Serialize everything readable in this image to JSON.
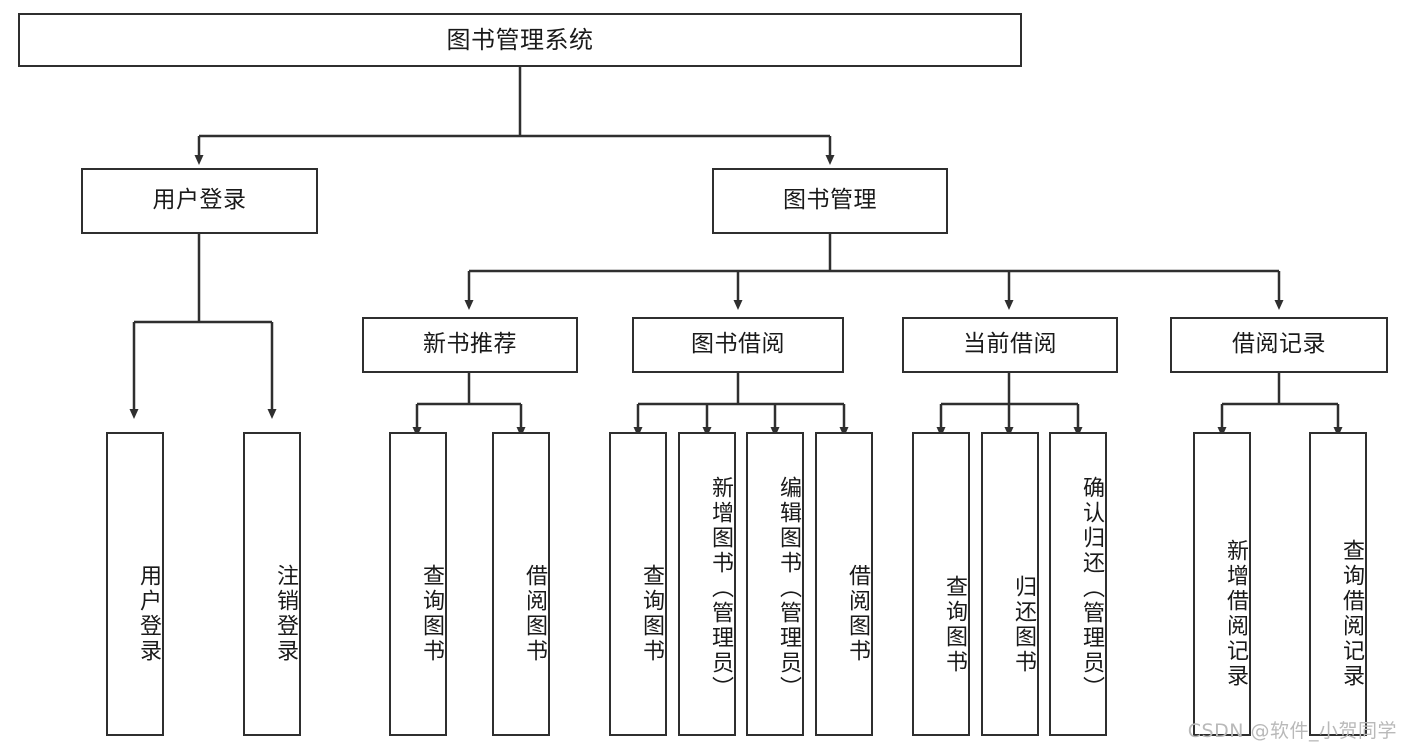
{
  "diagram": {
    "type": "tree",
    "title": "图书管理系统",
    "root": {
      "label": "图书管理系统"
    },
    "level2": [
      {
        "label": "用户登录"
      },
      {
        "label": "图书管理"
      }
    ],
    "level3": [
      {
        "label": "新书推荐"
      },
      {
        "label": "图书借阅"
      },
      {
        "label": "当前借阅"
      },
      {
        "label": "借阅记录"
      }
    ],
    "leaves": {
      "user_login": [
        {
          "label": "用户登录"
        },
        {
          "label": "注销登录"
        }
      ],
      "new_book_recommend": [
        {
          "label": "查询图书"
        },
        {
          "label": "借阅图书"
        }
      ],
      "book_borrow": [
        {
          "label": "查询图书"
        },
        {
          "label": "新增图书（管理员）"
        },
        {
          "label": "编辑图书（管理员）"
        },
        {
          "label": "借阅图书"
        }
      ],
      "current_borrow": [
        {
          "label": "查询图书"
        },
        {
          "label": "归还图书"
        },
        {
          "label": "确认归还（管理员）"
        }
      ],
      "borrow_record": [
        {
          "label": "新增借阅记录"
        },
        {
          "label": "查询借阅记录"
        }
      ]
    }
  },
  "watermark": {
    "text": "CSDN @软件_小贺同学"
  },
  "colors": {
    "border": "#2f2f2f",
    "text": "#1a1a1a",
    "background": "#ffffff",
    "watermark": "#b9b9b9"
  }
}
